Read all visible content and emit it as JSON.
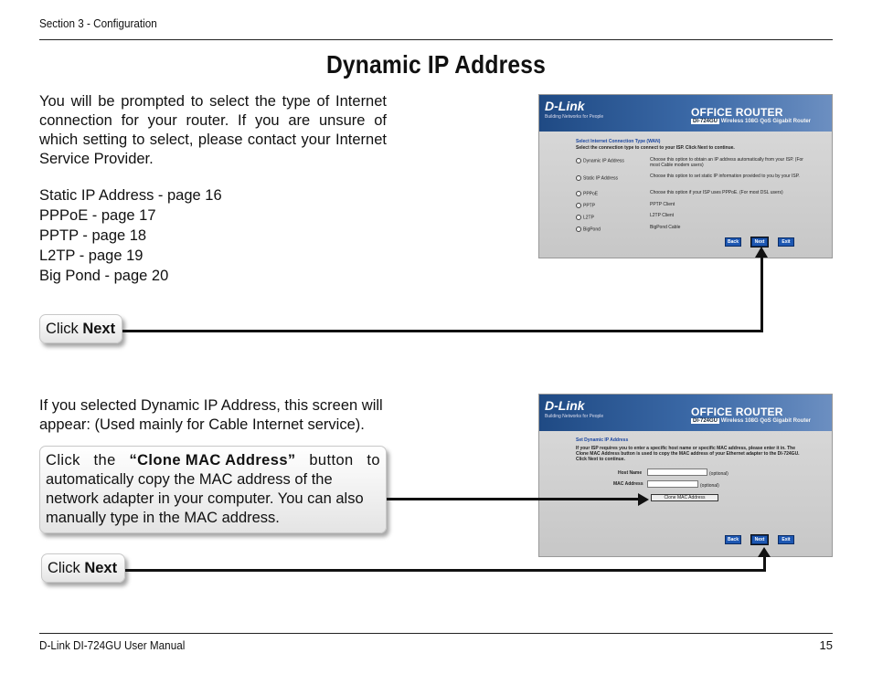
{
  "header": {
    "section": "Section 3 - Configuration"
  },
  "title": "Dynamic IP Address",
  "intro": "You will be prompted to select the type of Internet connection for your router. If you are unsure of which setting to select, please contact your Internet Service Provider.",
  "pages": [
    "Static IP Address - page 16",
    "PPPoE - page 17",
    "PPTP - page 18",
    "L2TP - page 19",
    "Big Pond - page 20"
  ],
  "callout_next_1": {
    "prefix": "Click ",
    "bold": "Next"
  },
  "para2": "If you selected Dynamic IP Address, this screen will appear: (Used mainly for Cable Internet service).",
  "callout_clone": {
    "w1": "Click",
    "w2": "the",
    "bold": "“Clone MAC Address”",
    "w3": "button",
    "w4": "to",
    "rest": "automatically copy the MAC address of the network adapter in your computer. You can also manually type in the MAC address."
  },
  "callout_next_2": {
    "prefix": "Click ",
    "bold": "Next"
  },
  "screenshot1": {
    "logo": "D-Link",
    "tagline": "Building Networks for People",
    "product": "OFFICE ROUTER",
    "model": "DI-724GU",
    "model_desc": "Wireless 108G QoS Gigabit Router",
    "heading": "Select Internet Connection Type (WAN)",
    "instruction": "Select the connection type to connect to your ISP. Click Next to continue.",
    "options": [
      {
        "label": "Dynamic IP Address",
        "desc": "Choose this option to obtain an IP address automatically from your ISP. (For most Cable modem users)"
      },
      {
        "label": "Static IP Address",
        "desc": "Choose this option to set static IP information provided to you by your ISP."
      },
      {
        "label": "PPPoE",
        "desc": "Choose this option if your ISP uses PPPoE. (For most DSL users)"
      },
      {
        "label": "PPTP",
        "desc": "PPTP Client"
      },
      {
        "label": "L2TP",
        "desc": "L2TP Client"
      },
      {
        "label": "BigPond",
        "desc": "BigPond Cable"
      }
    ],
    "buttons": {
      "back": "Back",
      "next": "Next",
      "exit": "Exit"
    }
  },
  "screenshot2": {
    "logo": "D-Link",
    "tagline": "Building Networks for People",
    "product": "OFFICE ROUTER",
    "model": "DI-724GU",
    "model_desc": "Wireless 108G QoS Gigabit Router",
    "heading": "Set Dynamic IP Address",
    "instruction": "If your ISP requires you to enter a specific host name or specific MAC address, please enter it in. The Clone MAC Address button is used to copy the MAC address of your Ethernet adapter to the DI-724GU. Click Next to continue.",
    "host_label": "Host Name",
    "host_hint": "(optional)",
    "mac_label": "MAC Address",
    "mac_hint": "(optional)",
    "clone_button": "Clone MAC Address",
    "buttons": {
      "back": "Back",
      "next": "Next",
      "exit": "Exit"
    }
  },
  "footer": {
    "manual": "D-Link DI-724GU User Manual",
    "page": "15"
  }
}
